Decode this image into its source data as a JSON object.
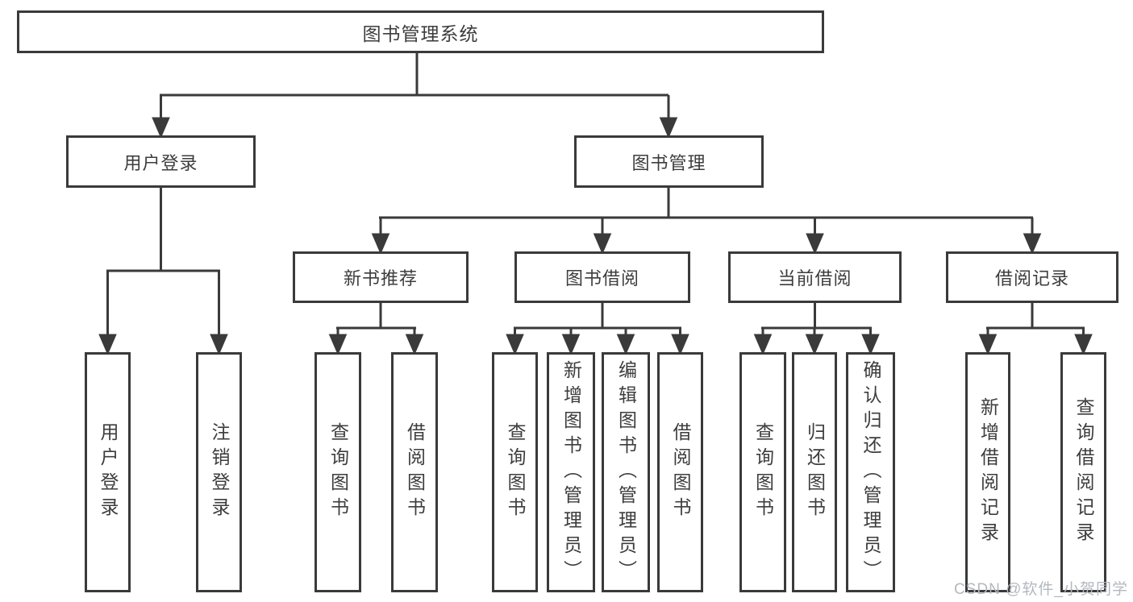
{
  "diagram": {
    "root": "图书管理系统",
    "user_login_branch": {
      "label": "用户登录",
      "children": [
        "用户登录",
        "注销登录"
      ]
    },
    "book_mgmt_branch": {
      "label": "图书管理",
      "sections": [
        {
          "label": "新书推荐",
          "children": [
            "查询图书",
            "借阅图书"
          ]
        },
        {
          "label": "图书借阅",
          "children": [
            "查询图书",
            "新增图书（管理员）",
            "编辑图书（管理员）",
            "借阅图书"
          ]
        },
        {
          "label": "当前借阅",
          "children": [
            "查询图书",
            "归还图书",
            "确认归还（管理员）"
          ]
        },
        {
          "label": "借阅记录",
          "children": [
            "新增借阅记录",
            "查询借阅记录"
          ]
        }
      ]
    }
  },
  "watermark": "CSDN @软件_小贺同学",
  "colors": {
    "line": "#3a3a3a",
    "text": "#3d3d3d",
    "watermark": "#b3b8bf",
    "box_bg": "#ffffff"
  }
}
